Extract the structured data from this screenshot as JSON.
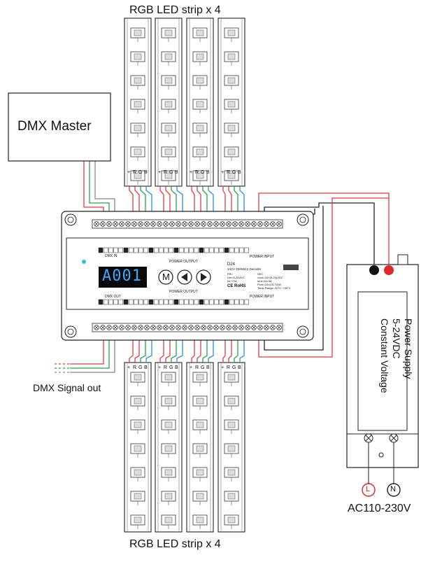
{
  "top_label": "RGB LED strip x 4",
  "bottom_label": "RGB LED strip x 4",
  "dmx_master": "DMX Master",
  "dmx_signal_out": "DMX Signal out",
  "ac_label": "AC110-230V",
  "power_supply": {
    "line1": "Power Supply",
    "line2": "5-24VDC",
    "line3": "Constant Voltage",
    "terminal_l": "L",
    "terminal_n": "N"
  },
  "decoder": {
    "display": "A001",
    "btn_m": "M",
    "top_dmx_in": "DMX IN",
    "top_power_output": "POWER OUTPUT",
    "top_power_input": "POWER INPUT",
    "bottom_dmx_out": "DMX OUT",
    "bottom_power_output": "POWER OUTPUT",
    "bottom_power_input": "POWER INPUT",
    "model": "D24",
    "model_desc": "24CH DMX512 Decoder",
    "pri_label": "PRI:",
    "pri_1": "Uin=5-24VDC",
    "pri_2": "Iin=72A",
    "sec_label": "SEC:",
    "sec_1": "Uout=24×(5-24)VDC",
    "sec_2": "Iout=24×3A",
    "sec_3": "Pout=24×(15-72)W",
    "temp": "Temp Range:-30°C~+55°C",
    "cert": "CE RoHS"
  },
  "strip_pins": [
    "+",
    "R",
    "G",
    "B"
  ],
  "wire_colors": {
    "red": "#e23b3b",
    "green": "#22a34a",
    "blue": "#2f8fd6",
    "black": "#222222"
  }
}
